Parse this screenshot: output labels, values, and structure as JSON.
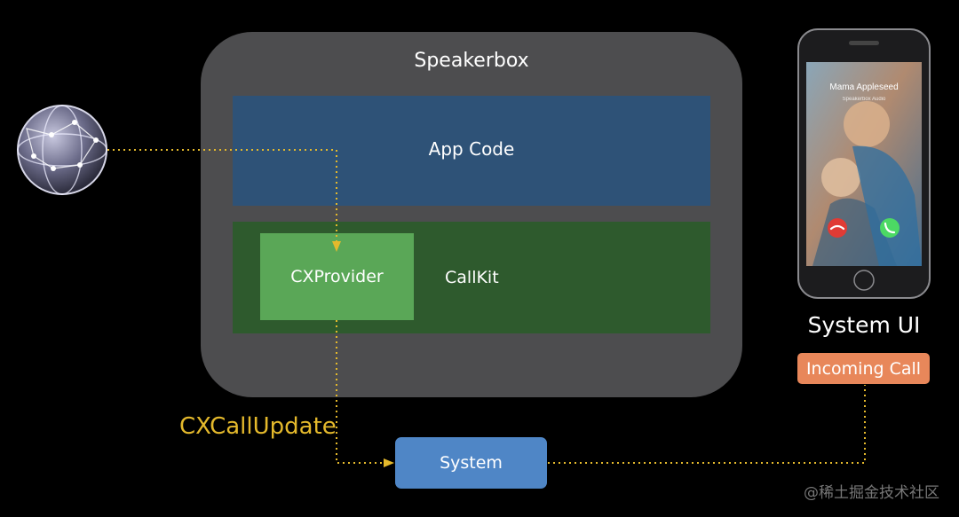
{
  "diagram": {
    "container_label": "Speakerbox",
    "app_code_label": "App Code",
    "callkit_label": "CallKit",
    "cxprovider_label": "CXProvider",
    "system_label": "System",
    "cxcallupdate_label": "CXCallUpdate",
    "system_ui_label": "System UI",
    "incoming_call_label": "Incoming Call"
  },
  "phone": {
    "caller_name": "Mama Appleseed",
    "caller_app": "Speakerbox Audio"
  },
  "icons": {
    "network": "network-globe-icon",
    "decline": "decline-call-icon",
    "accept": "accept-call-icon"
  },
  "colors": {
    "container": "#4d4d4f",
    "app_code": "#2e5277",
    "callkit": "#2e5a2d",
    "cxprovider": "#5aa757",
    "system": "#4f86c6",
    "incoming_call": "#e8875a",
    "arrow": "#e4b92c"
  },
  "watermark": "@稀土掘金技术社区"
}
